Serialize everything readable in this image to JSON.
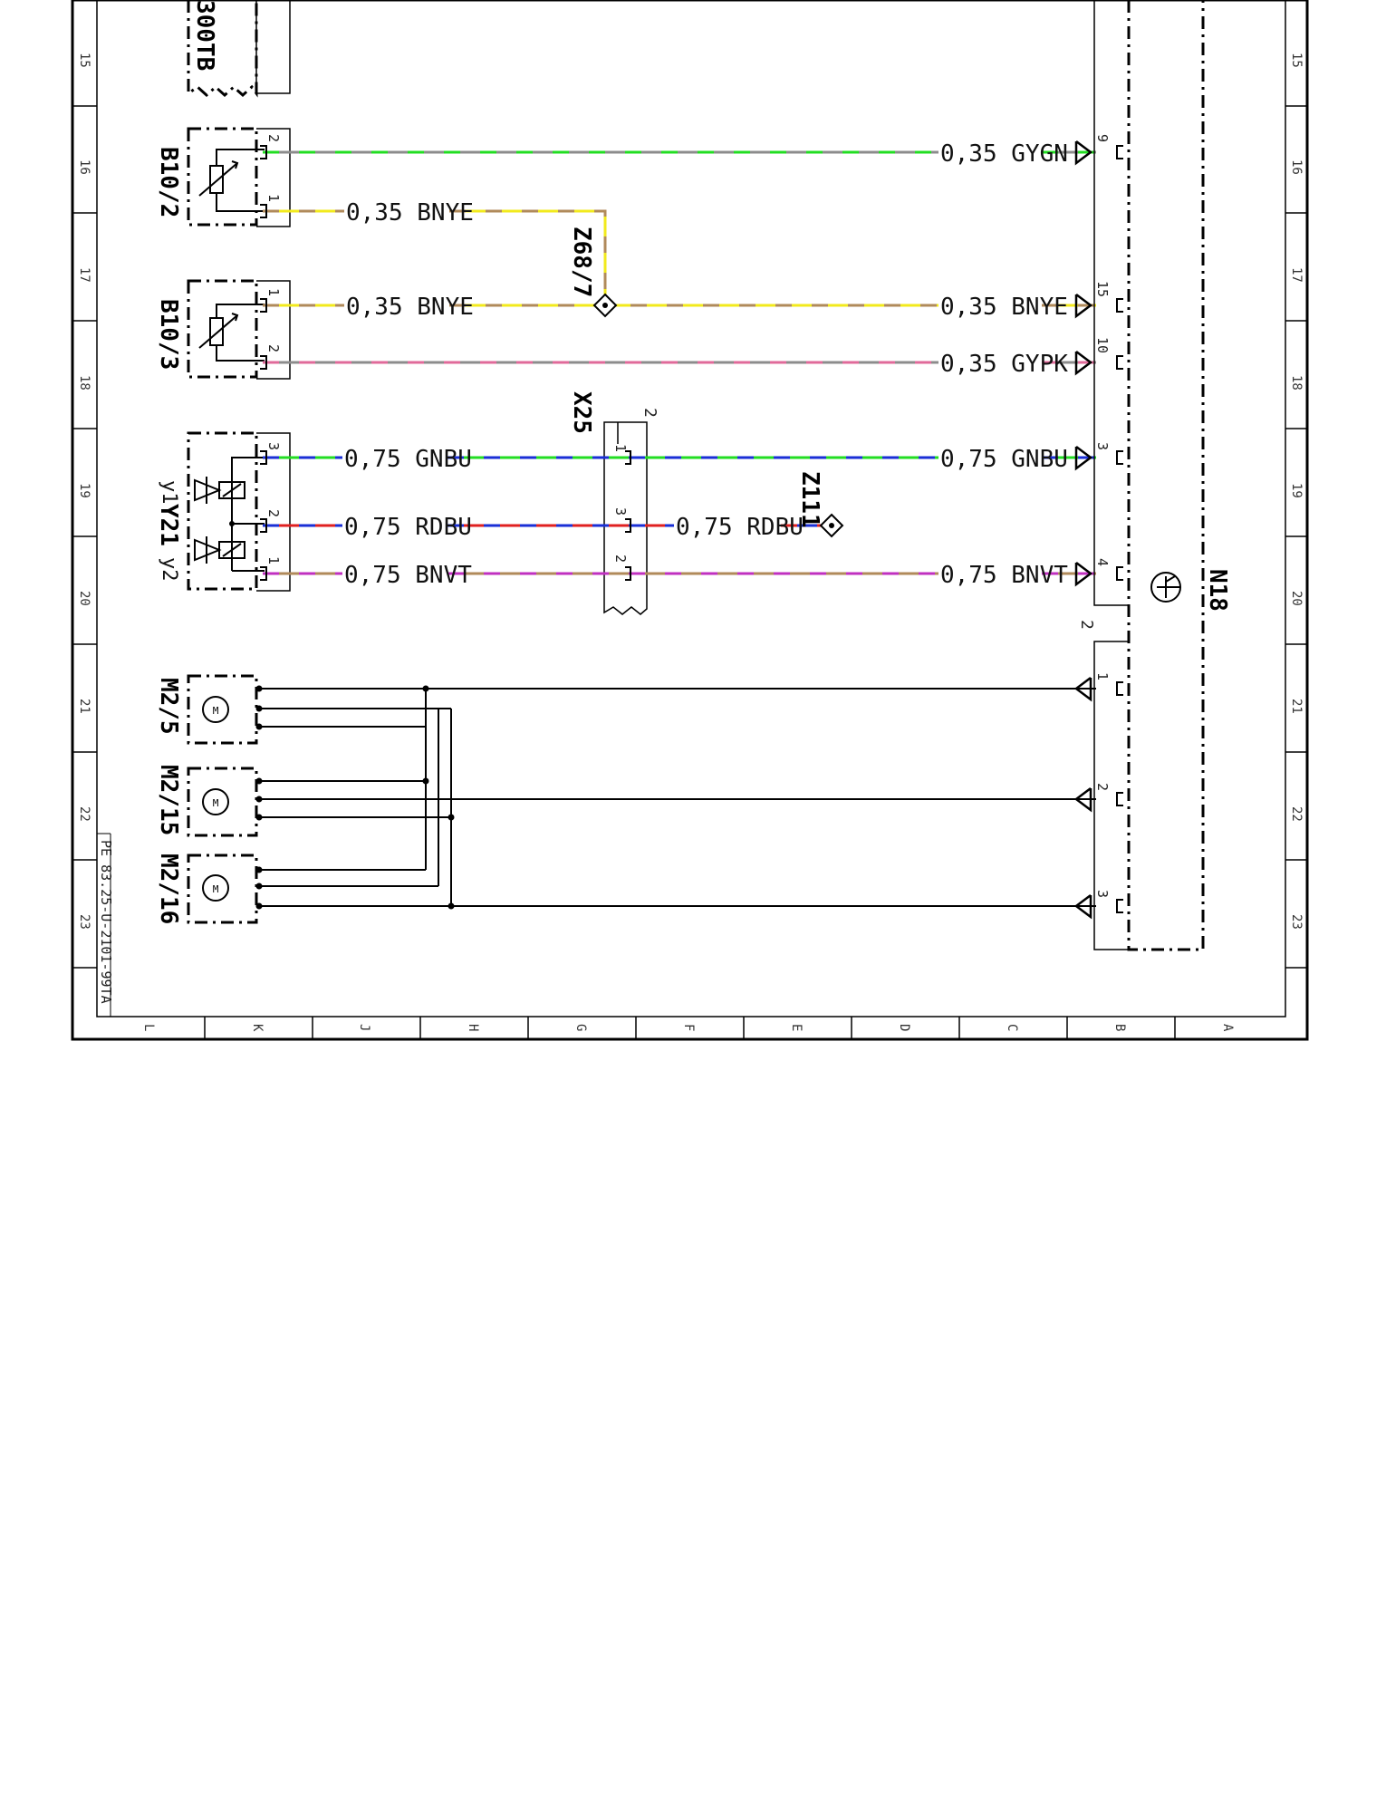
{
  "row_numbers": [
    "15",
    "16",
    "17",
    "18",
    "19",
    "20",
    "21",
    "22",
    "23"
  ],
  "column_letters": [
    "L",
    "K",
    "J",
    "H",
    "G",
    "F",
    "E",
    "D",
    "C",
    "B",
    "A"
  ],
  "components": {
    "s300tb": "300TB",
    "b10_2": "B10/2",
    "b10_3": "B10/3",
    "y21": "Y21",
    "y21_y1": "y1",
    "y21_y2": "y2",
    "m2_5": "M2/5",
    "m2_15": "M2/15",
    "m2_16": "M2/16",
    "z68_7": "Z68/7",
    "x25": "X25",
    "z111": "Z111",
    "n18": "N18"
  },
  "connector_ids": {
    "x25": "2",
    "n18_lower": "2"
  },
  "wire_labels": {
    "b102_pin2_left": "",
    "b102_pin2_right": "0,35  GYGN",
    "b102_pin1": "0,35  BNYE",
    "b103_pin1_left": "0,35  BNYE",
    "b103_pin1_right": "0,35  BNYE",
    "b103_pin2_right": "0,35  GYPK",
    "y21_pin3_left": "0,75  GNBU",
    "y21_pin3_right": "0,75  GNBU",
    "y21_pin2_left": "0,75  RDBU",
    "x25_pin3_right": "0,75  RDBU",
    "y21_pin1_left": "0,75  BNVT",
    "y21_pin1_right": "0,75  BNVT"
  },
  "pins": {
    "b102_a": "2",
    "b102_b": "1",
    "b103_a": "1",
    "b103_b": "2",
    "y21_a": "3",
    "y21_b": "2",
    "y21_c": "1",
    "x25_a": "1",
    "x25_b": "3",
    "x25_c": "2",
    "n18_9": "9",
    "n18_15": "15",
    "n18_10": "10",
    "n18_3": "3",
    "n18_4": "4",
    "n18_l1": "1",
    "n18_l2": "2",
    "n18_l3": "3"
  },
  "drawing_ref": "PE 83.25-U-2101-99TA",
  "wire_colors": {
    "GY": "#8c8c8c",
    "GN": "#22dd22",
    "BN": "#b08a5a",
    "YE": "#f2ea1c",
    "PK": "#e06a9a",
    "BU": "#1a2fd6",
    "RD": "#e02020",
    "VT": "#c030c0"
  }
}
